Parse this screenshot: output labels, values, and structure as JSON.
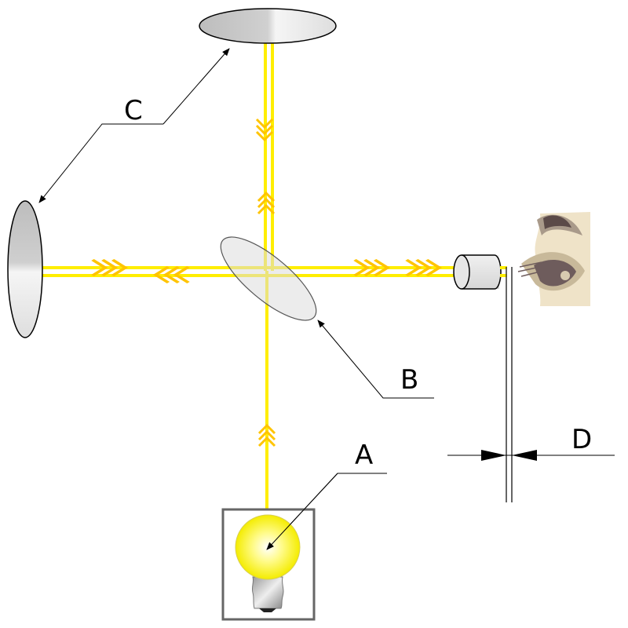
{
  "labels": {
    "a": "A",
    "b": "B",
    "c": "C",
    "d": "D"
  },
  "colors": {
    "beam": "#ffee00",
    "chevron": "#ffc400",
    "mirror": "#c8c8c8",
    "frame": "#666666"
  },
  "components": {
    "a": "light-source",
    "b": "beam-splitter",
    "c": "mirrors",
    "d": "detector-screen-gap"
  }
}
